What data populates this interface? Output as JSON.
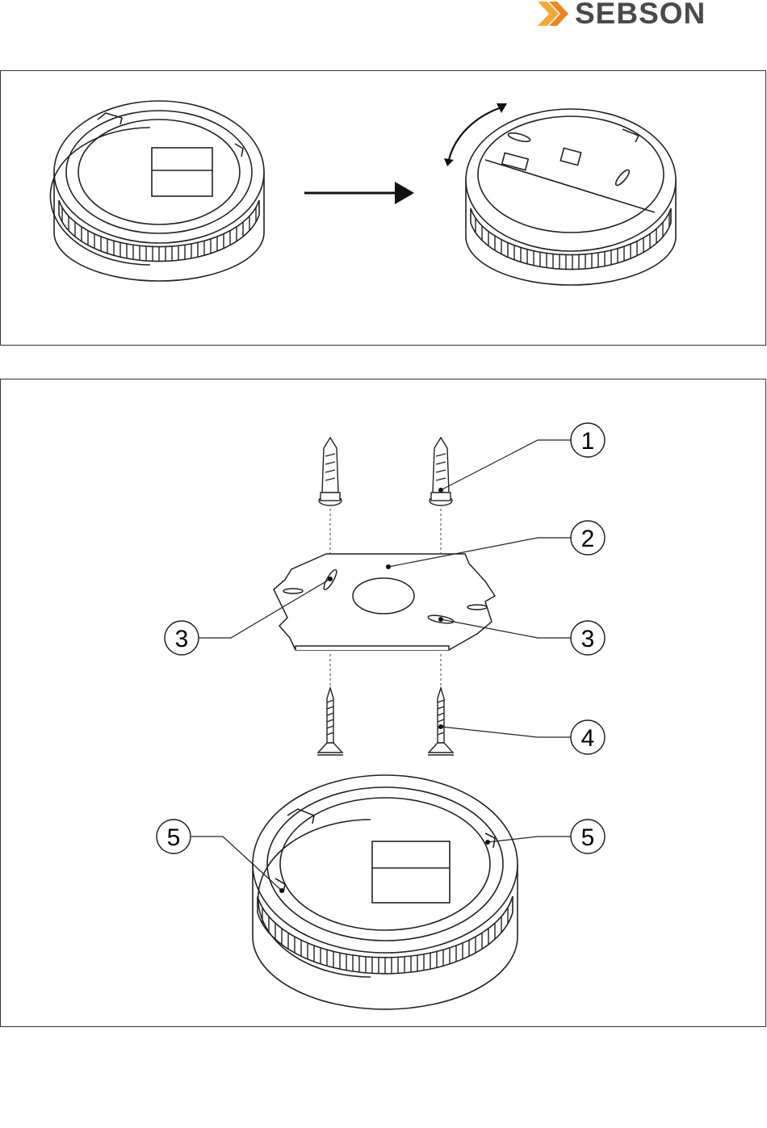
{
  "brand": {
    "name": "SEBSON",
    "text_color": "#4a4a4a",
    "chevron_colors": [
      "#f2a93b",
      "#e8871e"
    ]
  },
  "callouts": [
    {
      "label": "1"
    },
    {
      "label": "2"
    },
    {
      "label": "3"
    },
    {
      "label": "3"
    },
    {
      "label": "4"
    },
    {
      "label": "5"
    },
    {
      "label": "5"
    }
  ]
}
